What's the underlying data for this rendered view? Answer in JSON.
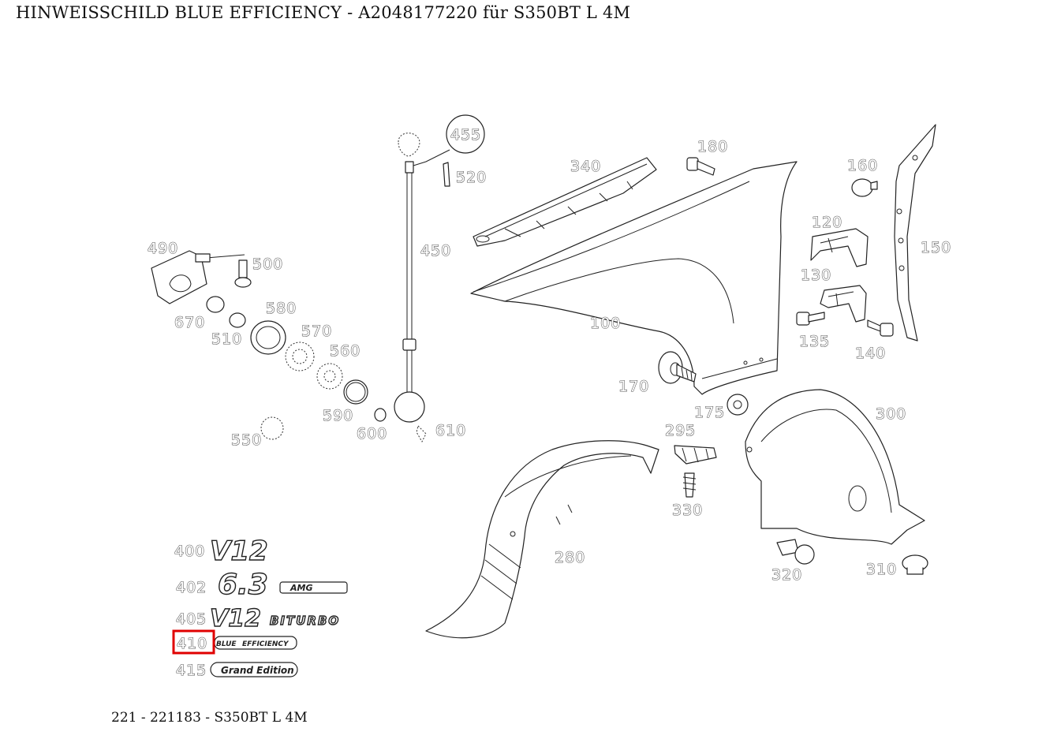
{
  "header": {
    "title": "HINWEISSCHILD BLUE EFFICIENCY - A2048177220 für S350BT L 4M"
  },
  "footer": {
    "text": "221 - 221183 - S350BT L 4M"
  },
  "highlight_color": "#e00000",
  "callouts": {
    "c100": "100",
    "c120": "120",
    "c130": "130",
    "c135": "135",
    "c140": "140",
    "c150": "150",
    "c160": "160",
    "c170": "170",
    "c175": "175",
    "c180": "180",
    "c280": "280",
    "c295": "295",
    "c300": "300",
    "c310": "310",
    "c320": "320",
    "c330": "330",
    "c340": "340",
    "c400": "400",
    "c402": "402",
    "c405": "405",
    "c410": "410",
    "c415": "415",
    "c450": "450",
    "c455": "455",
    "c490": "490",
    "c500": "500",
    "c510": "510",
    "c520": "520",
    "c550": "550",
    "c560": "560",
    "c570": "570",
    "c580": "580",
    "c590": "590",
    "c600": "600",
    "c610": "610",
    "c670": "670"
  },
  "emblems": {
    "v12": "V12",
    "amg63": "6.3",
    "amg": "AMG",
    "v12_biturbo_v": "V12",
    "v12_biturbo_word": "BITURBO",
    "blue_a": "BLUE",
    "blue_b": "EFFICIENCY",
    "grand": "Grand Edition"
  }
}
